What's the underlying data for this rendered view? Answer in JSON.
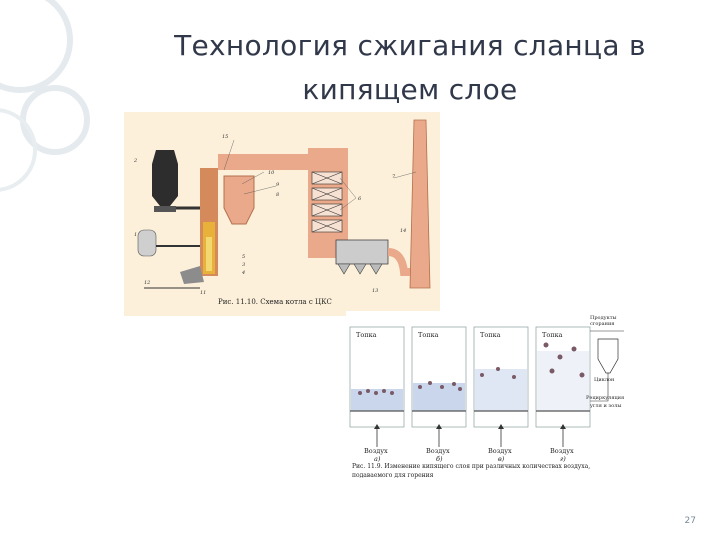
{
  "slide": {
    "title_line1": "Технология сжигания сланца в",
    "title_line2": "кипящем слое",
    "page_number": "27"
  },
  "figure_boiler": {
    "caption": "Рис. 11.10. Схема котла с ЦКС",
    "numbers": [
      "1",
      "2",
      "3",
      "4",
      "5",
      "6",
      "7",
      "8",
      "9",
      "10",
      "11",
      "12",
      "13",
      "14",
      "15"
    ]
  },
  "figure_fluidized": {
    "caption_line1": "Рис. 11.9. Изменение кипящего слоя при различных количествах воздуха,",
    "caption_line2": "подаваемого для горения",
    "furnace_label": "Топка",
    "air_label": "Воздух",
    "panel_letters": [
      "а)",
      "б)",
      "в)",
      "г)"
    ],
    "products_label_1": "Продукты",
    "products_label_2": "сгорания",
    "cyclone_label": "Циклон",
    "recirc_label_1": "Рециркуляция",
    "recirc_label_2": "угля и золы"
  },
  "colors": {
    "accent": "#dfe6ea",
    "pipe": "#e9a98a",
    "beige": "#fcf0da",
    "bed": "#c9d6ec"
  }
}
